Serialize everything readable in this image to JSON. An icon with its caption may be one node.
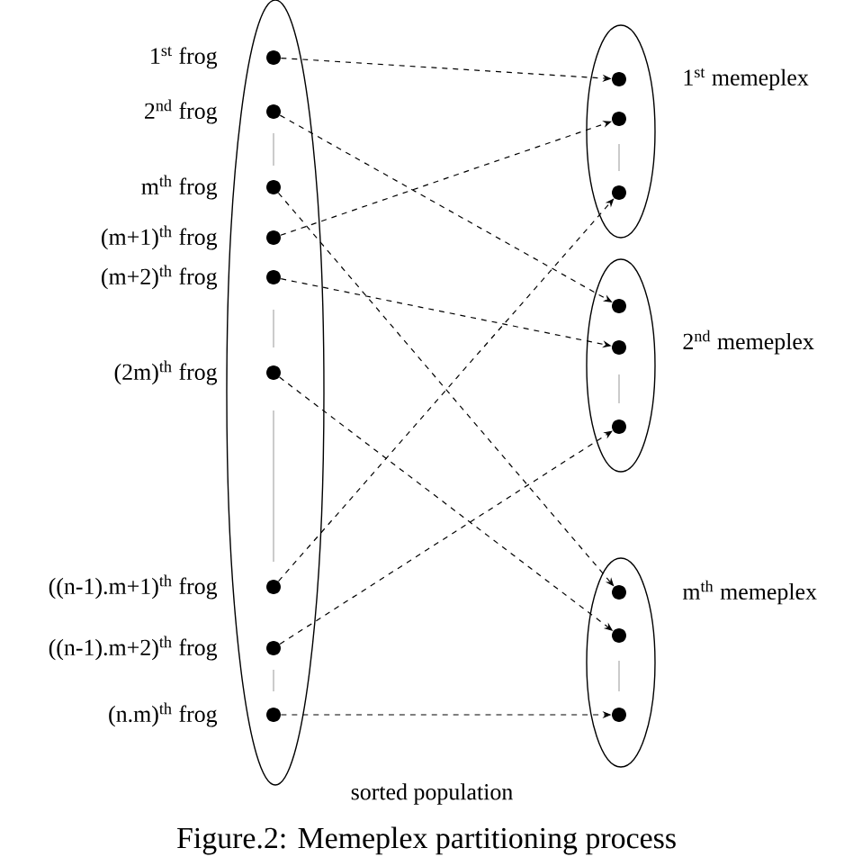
{
  "diagram": {
    "caption": "Figure.2: Memeplex partitioning process",
    "nodes": [
      {
        "text": [],
        "shape": "ellipse",
        "beside": [
          "sorted population"
        ]
      },
      {
        "text": [],
        "shape": "circle",
        "in": 0,
        "beside": [
          "1$^{st}$ frog"
        ]
      },
      {
        "text": [],
        "shape": "circle",
        "in": 0,
        "beside": [
          "2$^{nd}$ frog"
        ]
      },
      {
        "text": [],
        "shape": "circle",
        "in": 0,
        "beside": [
          "m$^{th}$ frog"
        ]
      },
      {
        "text": [],
        "shape": "circle",
        "in": 0,
        "beside": [
          "(m+1)$^{th}$ frog"
        ]
      },
      {
        "text": [],
        "shape": "circle",
        "in": 0,
        "beside": [
          "(m+2)$^{th}$ frog"
        ]
      },
      {
        "text": [],
        "shape": "circle",
        "in": 0,
        "beside": [
          "(2m)$^{th}$ frog"
        ]
      },
      {
        "text": [],
        "shape": "circle",
        "in": 0,
        "beside": [
          "((n-1).m+1)$^{th}$ frog"
        ]
      },
      {
        "text": [],
        "shape": "circle",
        "in": 0,
        "beside": [
          "((n-1).m+2)$^{th}$ frog"
        ]
      },
      {
        "text": [],
        "shape": "circle",
        "in": 0,
        "beside": [
          "(n.m)$^{th}$ frog"
        ]
      },
      {
        "text": [],
        "shape": "ellipse",
        "beside": [
          "1$^{st}$ memeplex"
        ]
      },
      {
        "text": [],
        "shape": "circle",
        "in": 10
      },
      {
        "text": [],
        "shape": "circle",
        "in": 10
      },
      {
        "text": [],
        "shape": "circle",
        "in": 10
      },
      {
        "text": [],
        "shape": "ellipse",
        "beside": [
          "2$^{nd}$ memeplex"
        ]
      },
      {
        "text": [],
        "shape": "circle",
        "in": 14
      },
      {
        "text": [],
        "shape": "circle",
        "in": 14
      },
      {
        "text": [],
        "shape": "circle",
        "in": 14
      },
      {
        "text": [],
        "shape": "ellipse",
        "beside": [
          "m$^{th}$ memeplex"
        ]
      },
      {
        "text": [],
        "shape": "circle",
        "in": 18
      },
      {
        "text": [],
        "shape": "circle",
        "in": 18
      },
      {
        "text": [],
        "shape": "circle",
        "in": 18
      }
    ],
    "edges": [
      {
        "from": 1,
        "to": 11,
        "arrow": "to",
        "style": "dashed"
      },
      {
        "from": 2,
        "to": 15,
        "arrow": "to",
        "style": "dashed"
      },
      {
        "from": 3,
        "to": 19,
        "arrow": "to",
        "style": "dashed"
      },
      {
        "from": 4,
        "to": 12,
        "arrow": "to",
        "style": "dashed"
      },
      {
        "from": 5,
        "to": 16,
        "arrow": "to",
        "style": "dashed"
      },
      {
        "from": 6,
        "to": 20,
        "arrow": "to",
        "style": "dashed"
      },
      {
        "from": 7,
        "to": 13,
        "arrow": "to",
        "style": "dashed"
      },
      {
        "from": 8,
        "to": 17,
        "arrow": "to",
        "style": "dashed"
      },
      {
        "from": 9,
        "to": 21,
        "arrow": "to",
        "style": "dashed"
      }
    ]
  }
}
